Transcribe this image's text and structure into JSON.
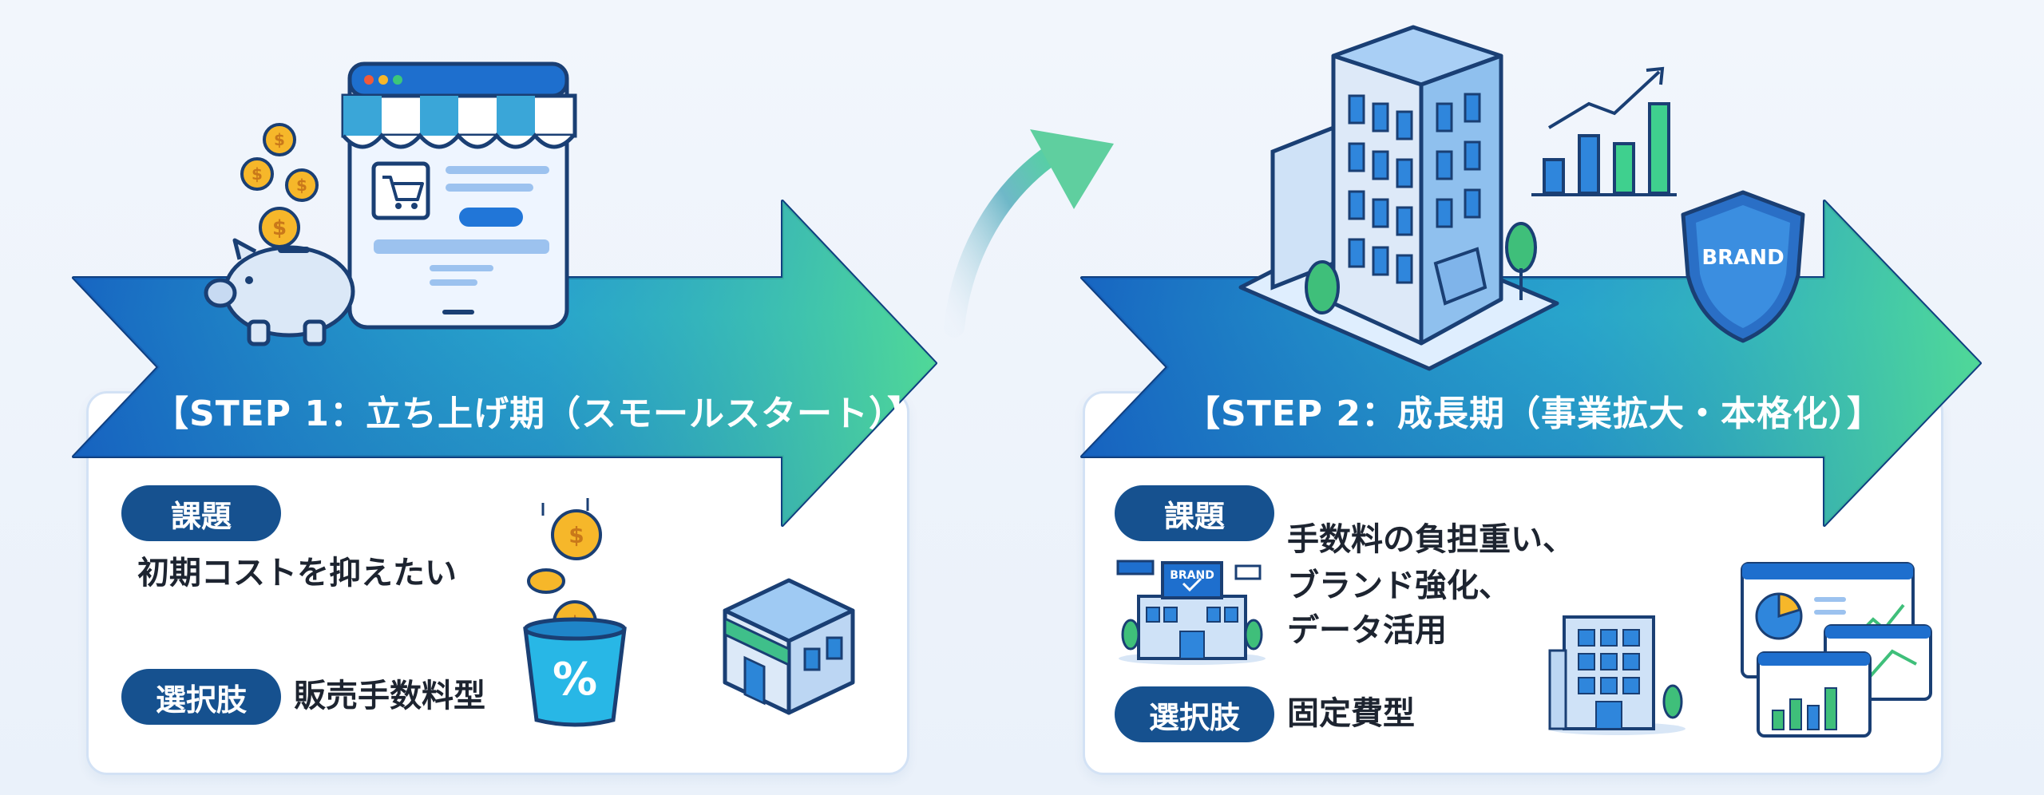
{
  "colors": {
    "arrow_dark": "#1559b0",
    "arrow_mid": "#1f8fd6",
    "arrow_light": "#4fd69a",
    "pill": "#16518f",
    "card_border": "#d3e2f5",
    "coin": "#f6b72a"
  },
  "step1": {
    "title": "【STEP 1：立ち上げ期（スモールスタート）】",
    "issue_label": "課題",
    "issue_text": "初期コストを抑えたい",
    "option_label": "選択肢",
    "option_text": "販売手数料型",
    "icons": [
      "piggy-bank-icon",
      "coin-icon",
      "online-store-icon",
      "cart-icon",
      "coin-bucket-percent-icon",
      "small-store-icon"
    ]
  },
  "step2": {
    "title": "【STEP 2：成長期（事業拡大・本格化）】",
    "issue_label": "課題",
    "issue_lines": [
      "手数料の負担重い、",
      "ブランド強化、",
      "データ活用"
    ],
    "option_label": "選択肢",
    "option_text": "固定費型",
    "shield_text": "BRAND",
    "brand_sign": "BRAND",
    "icons": [
      "office-building-icon",
      "growth-chart-icon",
      "brand-shield-icon",
      "brand-store-icon",
      "building-icon",
      "dashboard-icon"
    ]
  }
}
